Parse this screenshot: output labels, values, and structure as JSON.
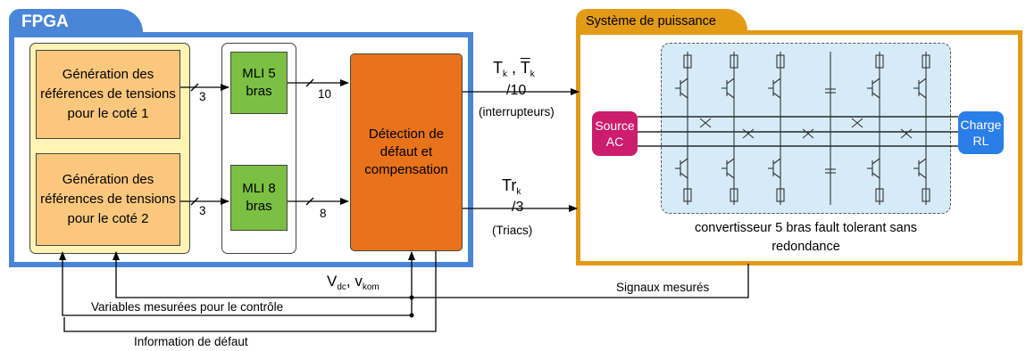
{
  "fpga": {
    "title": "FPGA"
  },
  "power": {
    "title": "Système de puissance"
  },
  "generators": {
    "gen1": "Génération des références de tensions pour le coté 1",
    "gen2": "Génération des références de tensions pour le coté 2"
  },
  "mli": {
    "mli5": "MLI 5 bras",
    "mli8": "MLI 8 bras"
  },
  "bus": {
    "gen1_width": "3",
    "gen2_width": "3",
    "mli5_width": "10",
    "mli8_width": "8"
  },
  "detection": {
    "label": "Détection de défaut et compensation"
  },
  "outputs": {
    "tk_main": "T",
    "tk_sub": "k",
    "tk_sep": " , ",
    "tkbar_main": "T",
    "tkbar_sub": "k",
    "tk_count": "/10",
    "tk_note": "(interrupteurs)",
    "trk_main": "Tr",
    "trk_sub": "k",
    "trk_count": "/3",
    "trk_note": "(Triacs)"
  },
  "source": {
    "label": "Source AC"
  },
  "load": {
    "label": "Charge RL"
  },
  "converter": {
    "label": "convertisseur 5 bras fault tolerant sans redondance"
  },
  "feedback": {
    "vdc_main": "V",
    "vdc_sub": "dc",
    "sep": ", ",
    "vkom_main": "v",
    "vkom_sub": "kom",
    "signals": "Signaux mesurés",
    "control_vars": "Variables mesurées pour le contrôle",
    "fault_info": "Information de défaut"
  },
  "colors": {
    "fpga": "#4a86d8",
    "power": "#e39b15",
    "generator_outer": "#fff4b3",
    "generator": "#fbc77d",
    "mli": "#7bc043",
    "detection": "#e8731a",
    "source": "#cc1c6d",
    "load": "#2a7ee8",
    "converter": "#d5ecf8"
  }
}
